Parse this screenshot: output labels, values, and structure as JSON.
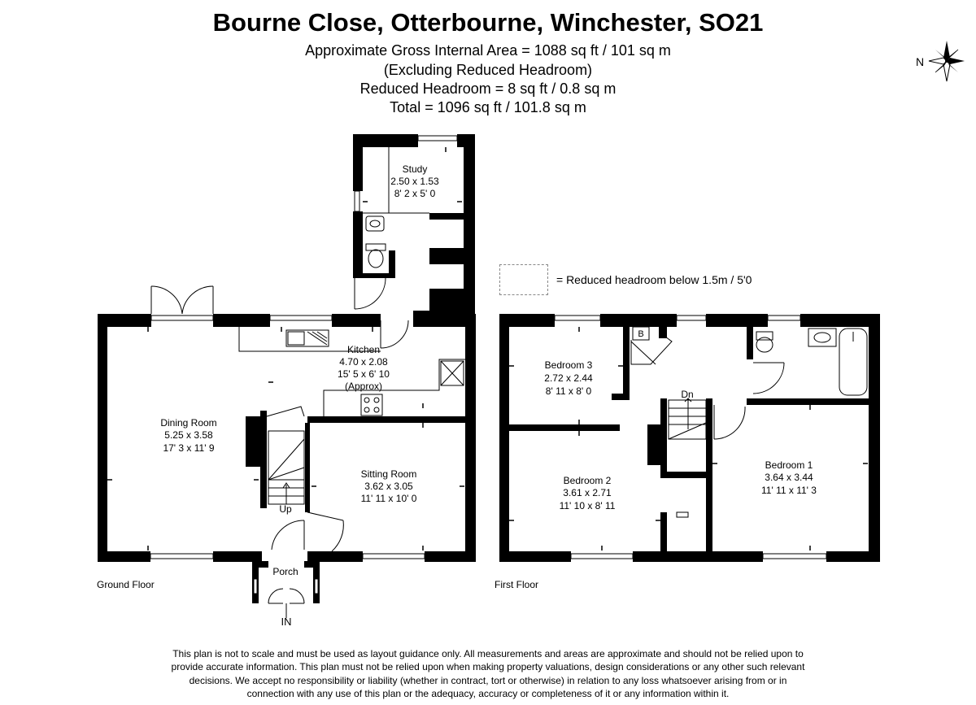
{
  "header": {
    "title": "Bourne Close, Otterbourne, Winchester, SO21",
    "area_lines": [
      "Approximate Gross Internal Area = 1088 sq ft / 101 sq m",
      "(Excluding Reduced Headroom)",
      "Reduced Headroom = 8 sq ft / 0.8 sq m",
      "Total = 1096 sq ft / 101.8 sq m"
    ]
  },
  "compass": {
    "label": "N"
  },
  "legend": {
    "text": "= Reduced headroom below 1.5m / 5'0"
  },
  "ground_floor": {
    "label": "Ground Floor",
    "rooms": {
      "study": {
        "name": "Study",
        "metric": "2.50 x 1.53",
        "imperial": "8' 2 x 5' 0"
      },
      "kitchen": {
        "name": "Kitchen",
        "metric": "4.70 x 2.08",
        "imperial": "15' 5 x 6' 10",
        "note": "(Approx)"
      },
      "dining": {
        "name": "Dining Room",
        "metric": "5.25 x 3.58",
        "imperial": "17' 3 x 11' 9"
      },
      "sitting": {
        "name": "Sitting Room",
        "metric": "3.62 x 3.05",
        "imperial": "11' 11 x 10' 0"
      },
      "porch": {
        "name": "Porch"
      }
    },
    "up_label": "Up",
    "entrance_label": "IN"
  },
  "first_floor": {
    "label": "First Floor",
    "rooms": {
      "bedroom3": {
        "name": "Bedroom 3",
        "metric": "2.72 x 2.44",
        "imperial": "8' 11 x 8' 0"
      },
      "bedroom2": {
        "name": "Bedroom 2",
        "metric": "3.61 x 2.71",
        "imperial": "11' 10 x 8' 11"
      },
      "bedroom1": {
        "name": "Bedroom 1",
        "metric": "3.64 x 3.44",
        "imperial": "11' 11 x 11' 3"
      }
    },
    "dn_label": "Dn",
    "boiler_label": "B"
  },
  "disclaimer": [
    "This plan is not to scale and must be used as layout guidance only. All measurements and areas are approximate and should not be relied upon to",
    "provide accurate information. This plan must not be relied upon when making property valuations, design considerations or any other such relevant",
    "decisions. We accept no responsibility or liability (whether in contract, tort or otherwise) in relation to any loss whatsoever arising from or in",
    "connection with any use of this plan or the adequacy, accuracy or completeness of it or any information within it."
  ]
}
